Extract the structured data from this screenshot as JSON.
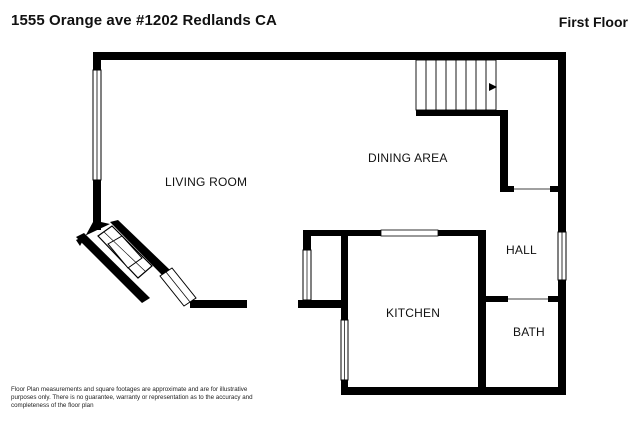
{
  "header": {
    "address": "1555 Orange ave #1202 Redlands CA",
    "floor_label": "First Floor"
  },
  "rooms": {
    "living_room": "LIVING ROOM",
    "dining_area": "DINING AREA",
    "hall": "HALL",
    "kitchen": "KITCHEN",
    "bath": "BATH"
  },
  "footer": {
    "disclaimer": "Floor Plan measurements and square footages are approximate and are for illustrative purposes only. There is no guarantee, warranty or representation as to the accuracy and completeness of the floor plan"
  },
  "colors": {
    "wall": "#000000",
    "window": "#ffffff",
    "text": "#111111"
  }
}
